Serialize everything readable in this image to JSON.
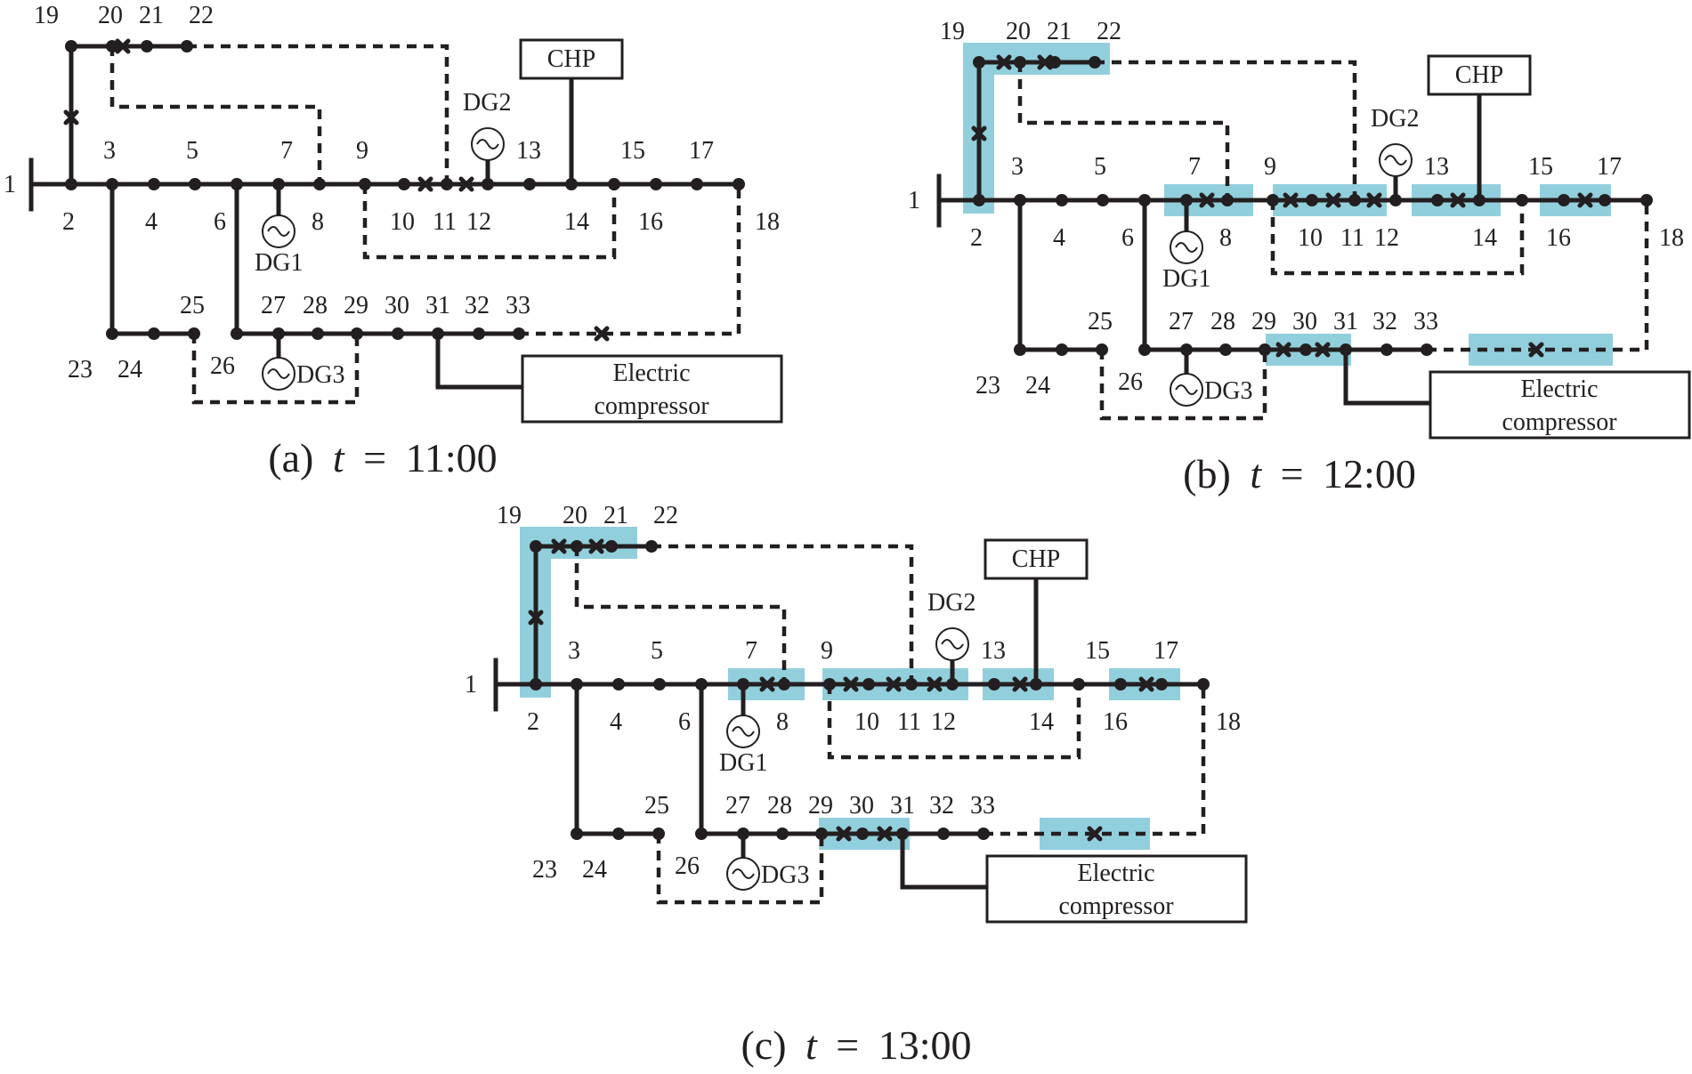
{
  "panels": [
    {
      "caption_prefix": "(a)",
      "caption_var": "t",
      "caption_eq": "=",
      "caption_time": "11:00",
      "chp_label": "CHP",
      "compressor_line1": "Electric",
      "compressor_line2": "compressor",
      "dg_labels": [
        "DG1",
        "DG2",
        "DG3"
      ]
    },
    {
      "caption_prefix": "(b)",
      "caption_var": "t",
      "caption_eq": "=",
      "caption_time": "12:00",
      "chp_label": "CHP",
      "compressor_line1": "Electric",
      "compressor_line2": "compressor",
      "dg_labels": [
        "DG1",
        "DG2",
        "DG3"
      ]
    },
    {
      "caption_prefix": "(c)",
      "caption_var": "t",
      "caption_eq": "=",
      "caption_time": "13:00",
      "chp_label": "CHP",
      "compressor_line1": "Electric",
      "compressor_line2": "compressor",
      "dg_labels": [
        "DG1",
        "DG2",
        "DG3"
      ]
    }
  ],
  "bus_labels": [
    "1",
    "2",
    "3",
    "4",
    "5",
    "6",
    "7",
    "8",
    "9",
    "10",
    "11",
    "12",
    "13",
    "14",
    "15",
    "16",
    "17",
    "18",
    "19",
    "20",
    "21",
    "22",
    "23",
    "24",
    "25",
    "26",
    "27",
    "28",
    "29",
    "30",
    "31",
    "32",
    "33"
  ],
  "colors": {
    "line": "#231f20",
    "highlight": "#7fc7d6",
    "background": "#ffffff"
  }
}
